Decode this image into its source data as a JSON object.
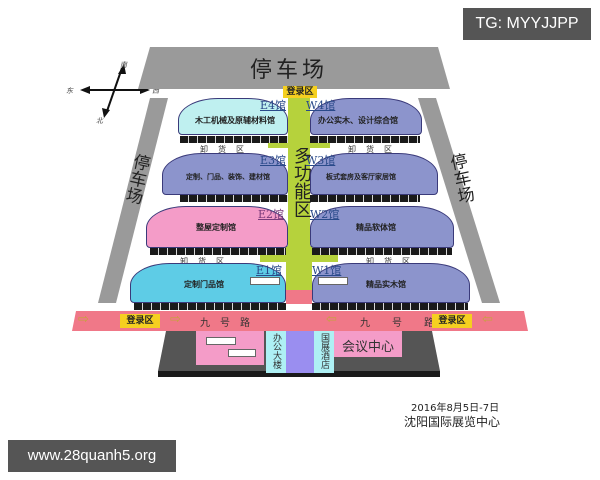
{
  "watermarks": {
    "top_right": "TG: MYYJJPP",
    "bottom_left": "www.28quanh5.org"
  },
  "compass": {
    "south": "南",
    "east": "东",
    "west": "西",
    "north": "北"
  },
  "parking": {
    "top": "停车场",
    "left": "停车场",
    "right": "停车场"
  },
  "multi_function_zone": "多功能区",
  "login_zones": {
    "top": "登录区",
    "road_left": "登录区",
    "road_right": "登录区"
  },
  "unloading_label": "卸货区",
  "halls": {
    "E4": {
      "code": "E4馆",
      "name": "木工机械及原辅材料馆",
      "color": "#bff0f0"
    },
    "W4": {
      "code": "W4馆",
      "name": "办公实木、设计综合馆",
      "color": "#8c94cc"
    },
    "E3": {
      "code": "E3馆",
      "name": "定制、门品、装饰、建材馆",
      "color": "#8c94cc"
    },
    "W3": {
      "code": "W3馆",
      "name": "板式套房及客厅家居馆",
      "color": "#8c94cc"
    },
    "E2": {
      "code": "E2馆",
      "name": "整屋定制馆",
      "color": "#f49cc8"
    },
    "W2": {
      "code": "W2馆",
      "name": "精品软体馆",
      "color": "#8c94cc"
    },
    "E1": {
      "code": "E1馆",
      "name": "定制门品馆",
      "color": "#5ecce6"
    },
    "W1": {
      "code": "W1馆",
      "name": "精品实木馆",
      "color": "#8c94cc"
    }
  },
  "road": {
    "name_left": "九号路",
    "name_right": "九号路"
  },
  "bottom_buildings": {
    "office": "办公大楼",
    "hotel": "国展酒店",
    "conference": "会议中心"
  },
  "event": {
    "date": "2016年8月5日-7日",
    "venue": "沈阳国际展览中心"
  },
  "colors": {
    "parking_gray": "#9a9a9a",
    "green_zone": "#b6d23c",
    "road_pink": "#f07888",
    "login_yellow": "#f5d020",
    "dark_base": "#555555"
  }
}
